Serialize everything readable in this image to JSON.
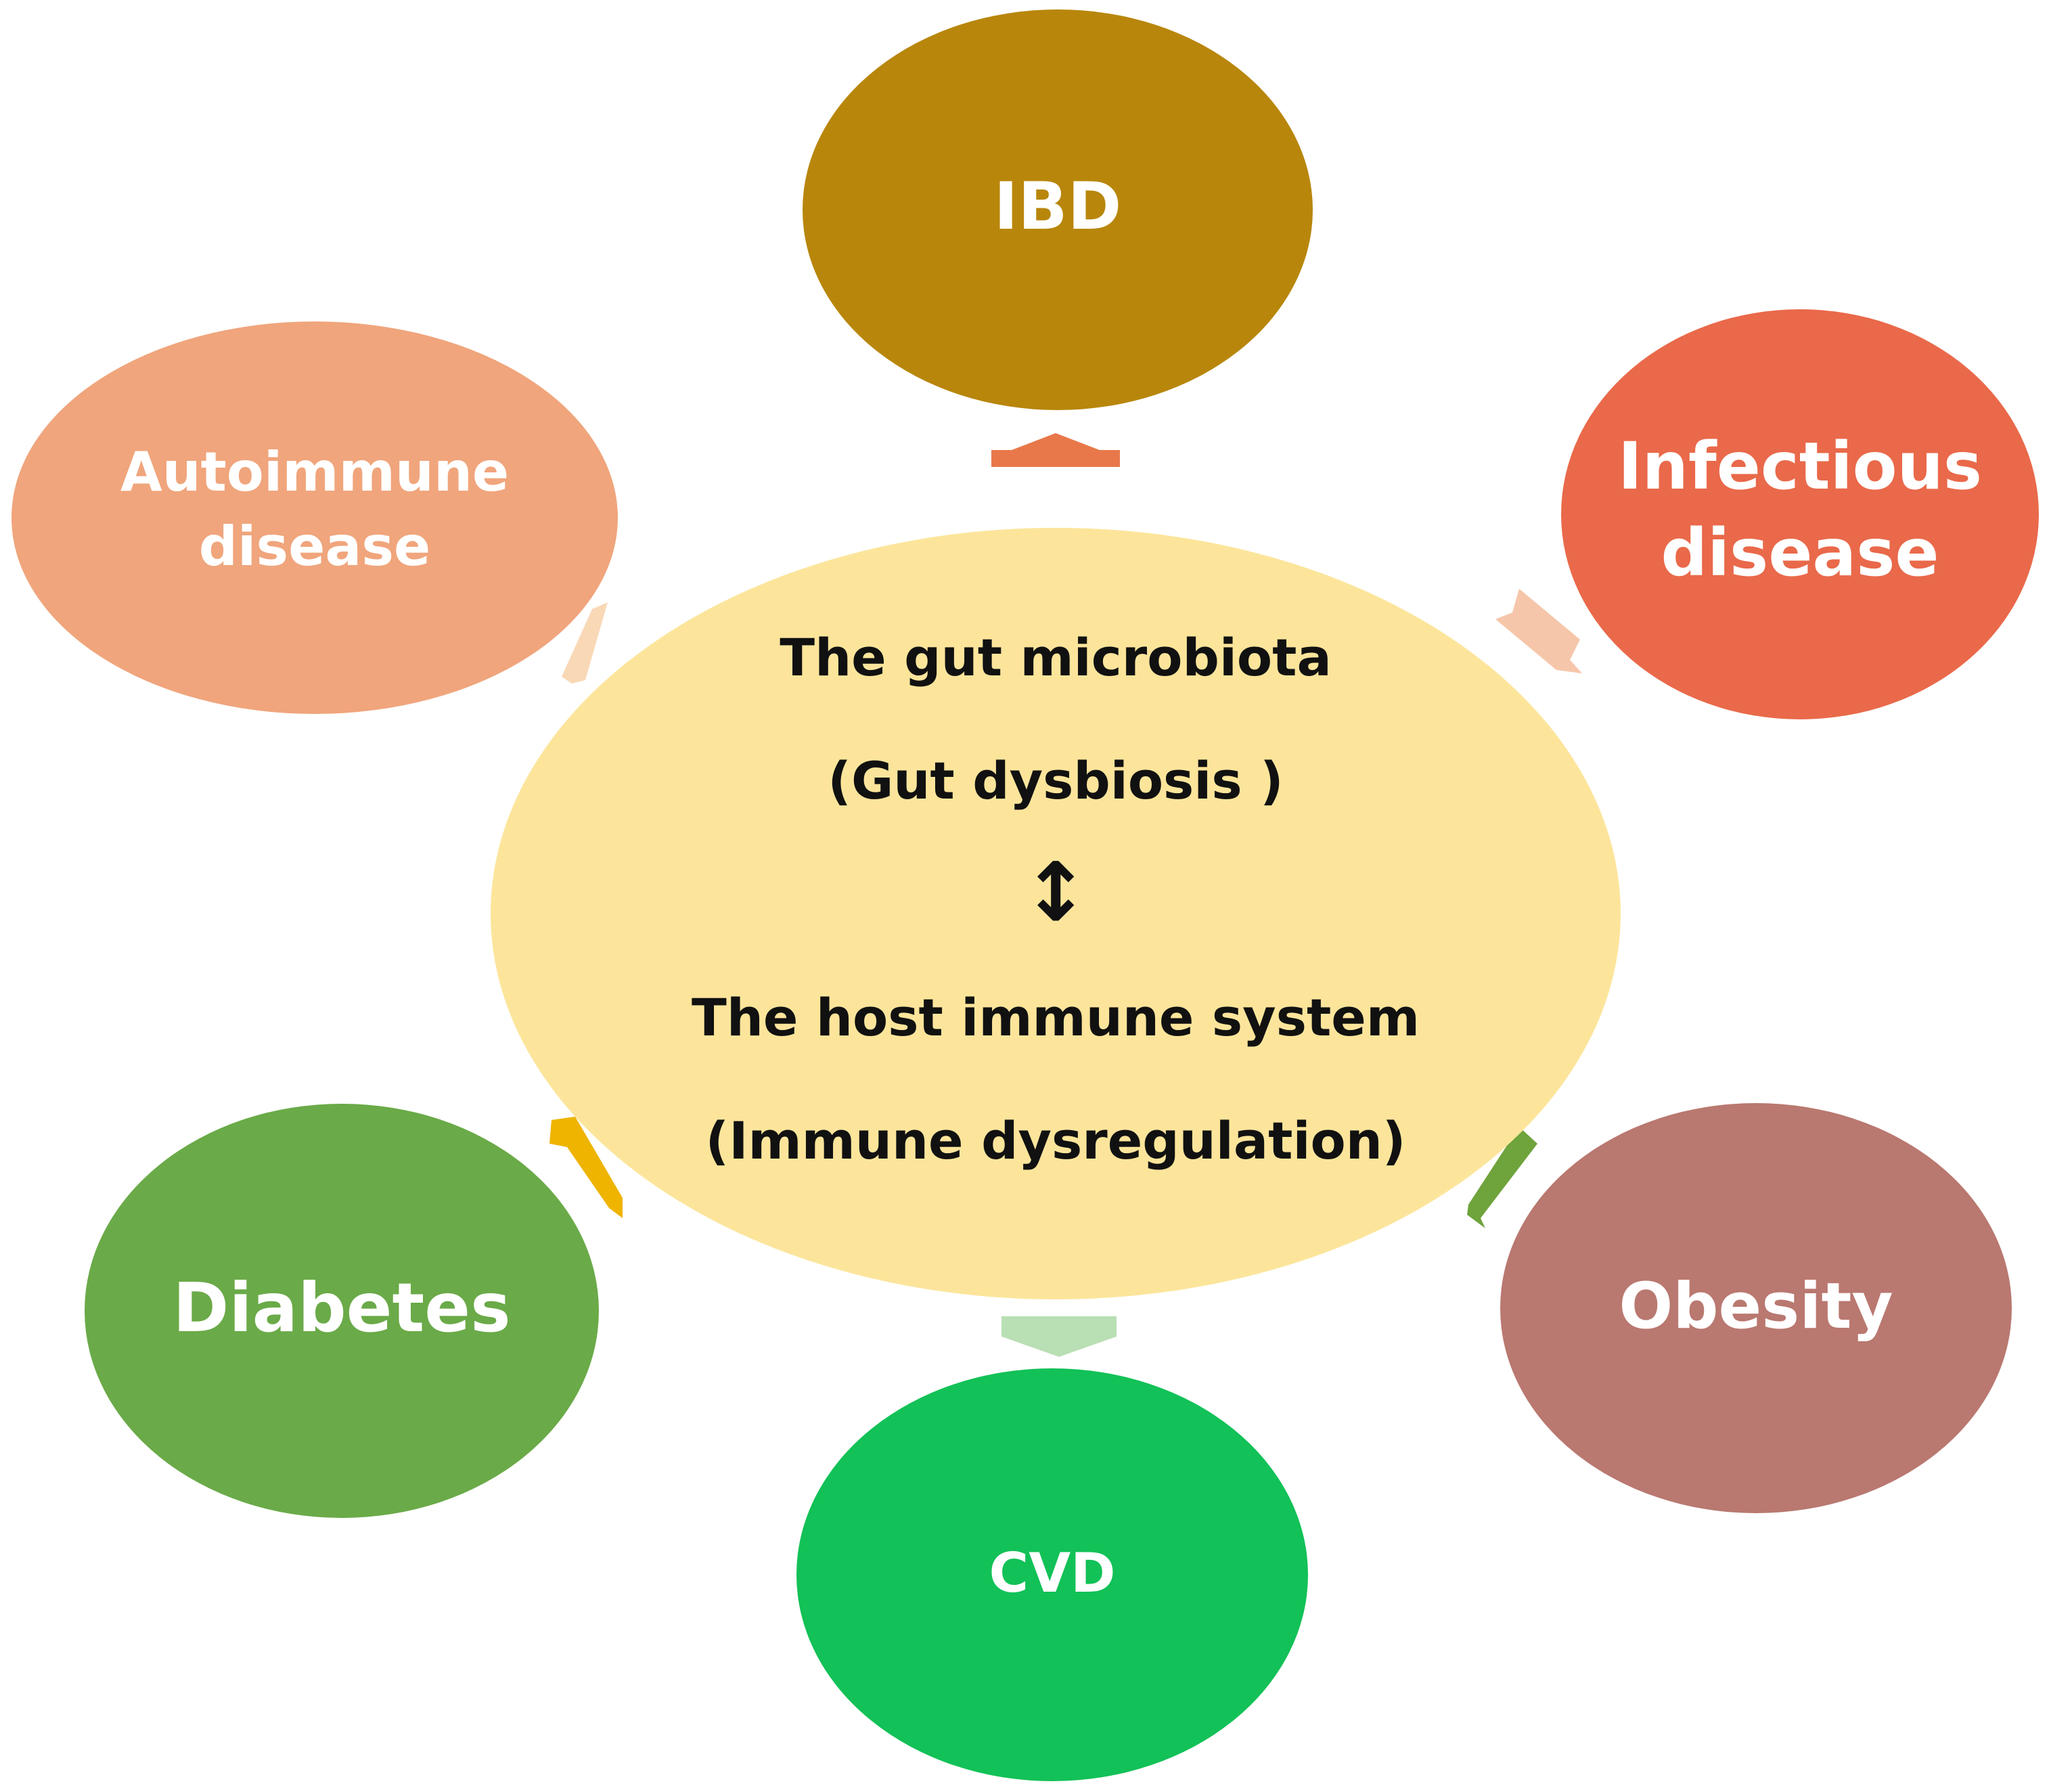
{
  "center": {
    "line1": "The gut microbiota",
    "line2": "(Gut dysbiosis )",
    "arrow": "↕",
    "line3": "The host immune system",
    "line4": "(Immune dysregulation)",
    "fill": "#fce59b"
  },
  "nodes": {
    "ibd": {
      "label": "IBD",
      "fill": "#b8860b"
    },
    "infectious": {
      "line1": "Infectious",
      "line2": "disease",
      "fill": "#e9694a"
    },
    "obesity": {
      "label": "Obesity",
      "fill": "#b97870"
    },
    "cvd": {
      "label": "CVD",
      "fill": "#12c157"
    },
    "diabetes": {
      "label": "Diabetes",
      "fill": "#6aaa48"
    },
    "autoimmune": {
      "line1": "Autoimmune",
      "line2": "disease",
      "fill": "#f0a57c"
    }
  },
  "arrows": {
    "to_ibd": "#e8784a",
    "to_infectious": "#f6c6aa",
    "to_obesity": "#6fa33c",
    "to_cvd": "#b9dfb4",
    "to_diabetes": "#eeb400",
    "to_autoimmune": "#f9d8b6"
  }
}
